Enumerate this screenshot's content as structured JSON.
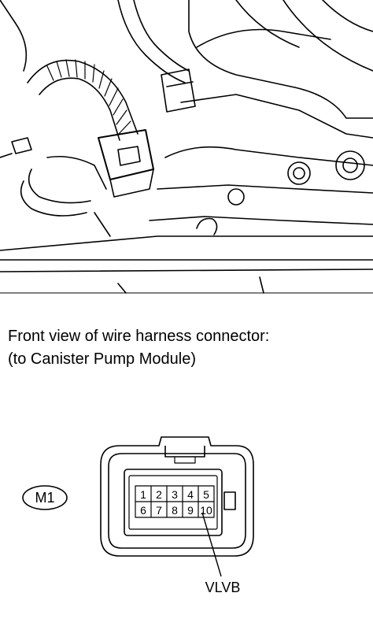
{
  "caption": {
    "line1": "Front view of wire harness connector:",
    "line2": "(to Canister Pump Module)"
  },
  "connector": {
    "code": "M1",
    "pins_top": [
      "1",
      "2",
      "3",
      "4",
      "5"
    ],
    "pins_bottom": [
      "6",
      "7",
      "8",
      "9",
      "10"
    ],
    "callout_label": "VLVB"
  }
}
